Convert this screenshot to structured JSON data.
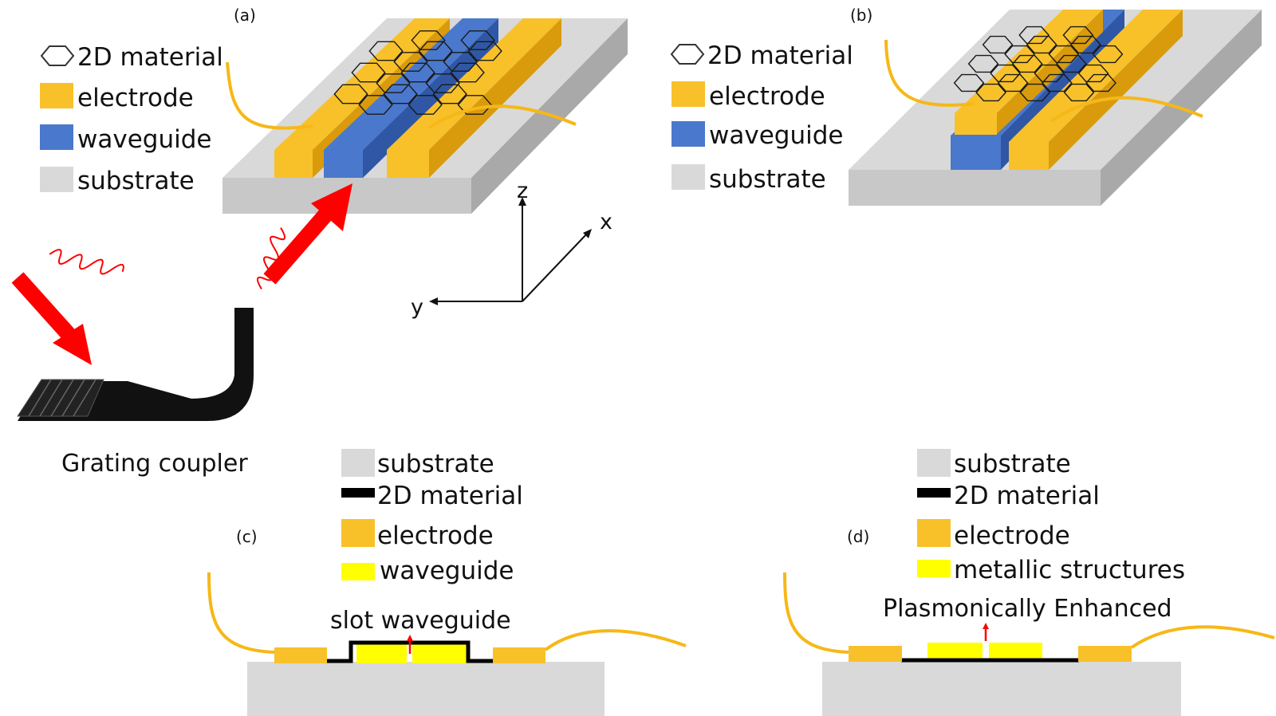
{
  "panels": {
    "a": {
      "label": "(a)",
      "legend": {
        "material": "2D material",
        "electrode": "electrode",
        "waveguide": "waveguide",
        "substrate": "substrate"
      }
    },
    "b": {
      "label": "(b)",
      "legend": {
        "material": "2D material",
        "electrode": "electrode",
        "waveguide": "waveguide",
        "substrate": "substrate"
      }
    },
    "c": {
      "label": "(c)",
      "legend": {
        "substrate": "substrate",
        "material": "2D material",
        "electrode": "electrode",
        "waveguide": "waveguide"
      },
      "caption": "slot waveguide"
    },
    "d": {
      "label": "(d)",
      "legend": {
        "substrate": "substrate",
        "material": "2D material",
        "electrode": "electrode",
        "metallic": "metallic structures"
      },
      "caption": "Plasmonically Enhanced"
    }
  },
  "axes": {
    "x": "x",
    "y": "y",
    "z": "z"
  },
  "grating_coupler": {
    "label": "Grating coupler"
  },
  "colors": {
    "electrode": "#f8c12a",
    "electrode_dark": "#d99b0c",
    "waveguide_blue": "#4a78cc",
    "waveguide_blue_dark": "#2f57a6",
    "waveguide_yellow": "#ffff00",
    "substrate": "#d9d9d9",
    "substrate_dark": "#a9a9a9",
    "wire": "#f6b817",
    "light": "#ff0000",
    "coupler": "#111111"
  }
}
